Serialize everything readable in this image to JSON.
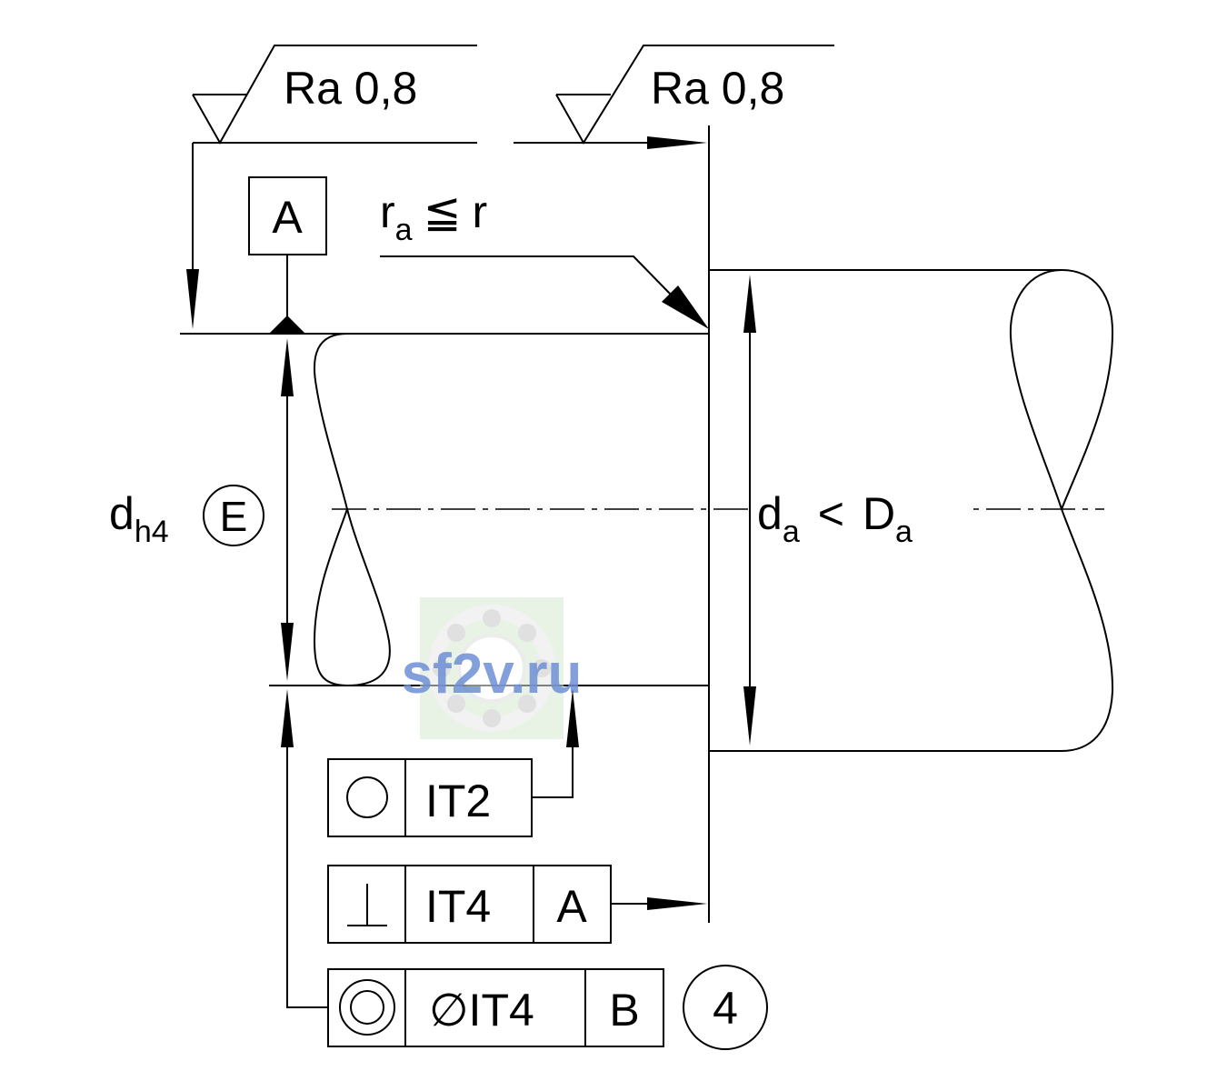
{
  "roughness": [
    {
      "text": "Ra 0,8"
    },
    {
      "text": "Ra 0,8"
    }
  ],
  "datum_a_label": "A",
  "fillet": {
    "r": "r",
    "sub": "a",
    "op": "≦",
    "rhs": "r"
  },
  "shaft_dim": {
    "d": "d",
    "sub": "h4",
    "envelope": "E"
  },
  "shoulder_dim": {
    "d": "d",
    "sub": "a",
    "op": "<",
    "D": "D",
    "D_sub": "a"
  },
  "frames": [
    {
      "symbol": "circularity-icon",
      "tolerance": "IT2",
      "datum": ""
    },
    {
      "symbol": "perpendicularity-icon",
      "tolerance": "IT4",
      "datum": "A"
    },
    {
      "symbol": "concentricity-icon",
      "tolerance": "∅IT4",
      "datum": "B",
      "note": "4"
    }
  ],
  "watermark": "sf2v.ru"
}
